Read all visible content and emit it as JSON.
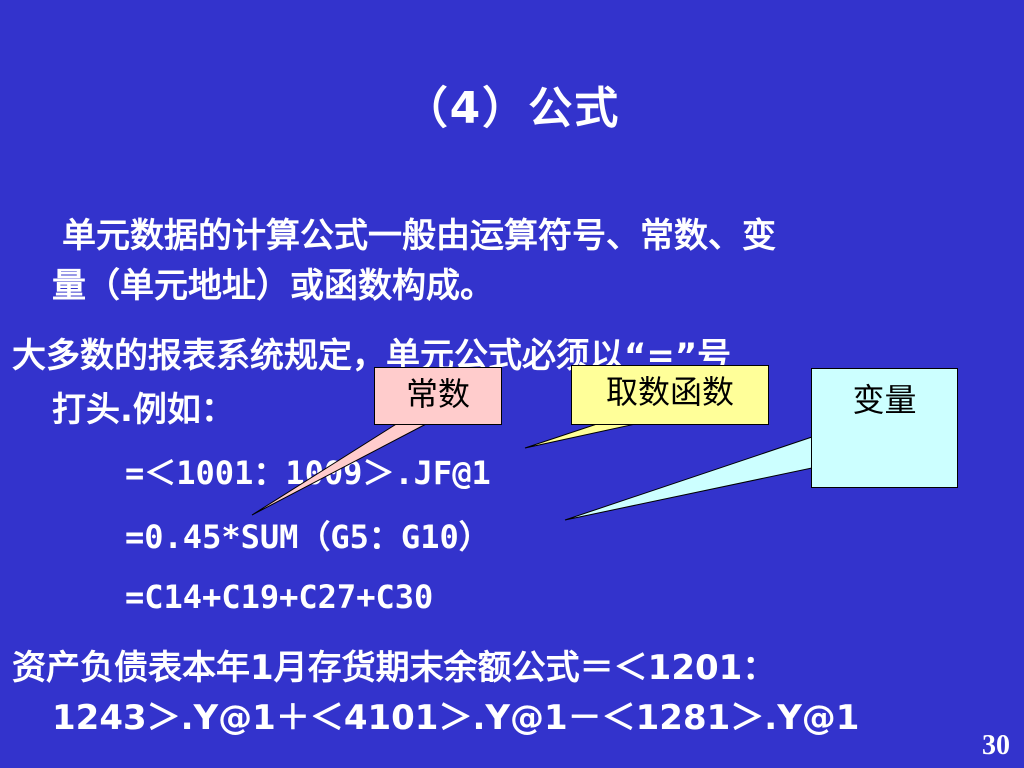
{
  "slide": {
    "title": "（4）公式",
    "paragraph1": {
      "line1": "单元数据的计算公式一般由运算符号、常数、变",
      "line2": "量（单元地址）或函数构成。"
    },
    "paragraph2": {
      "line1": "大多数的报表系统规定，单元公式必须以“=”号",
      "line2": "打头.例如："
    },
    "formulas": [
      "=＜1001：1009＞.JF@1",
      "=0.45*SUM（G5：G10）",
      "=C14+C19+C27+C30"
    ],
    "paragraph3": {
      "line1": "资产负债表本年1月存货期末余额公式＝＜1201：",
      "line2": "1243＞.Y@1＋＜4101＞.Y@1－＜1281＞.Y@1"
    },
    "callouts": {
      "constant": "常数",
      "function": "取数函数",
      "variable": "变量"
    },
    "colors": {
      "background": "#3333cc",
      "constant_callout": "#ffcccc",
      "function_callout": "#ffff99",
      "variable_callout": "#ccffff"
    },
    "page_number": "30"
  }
}
